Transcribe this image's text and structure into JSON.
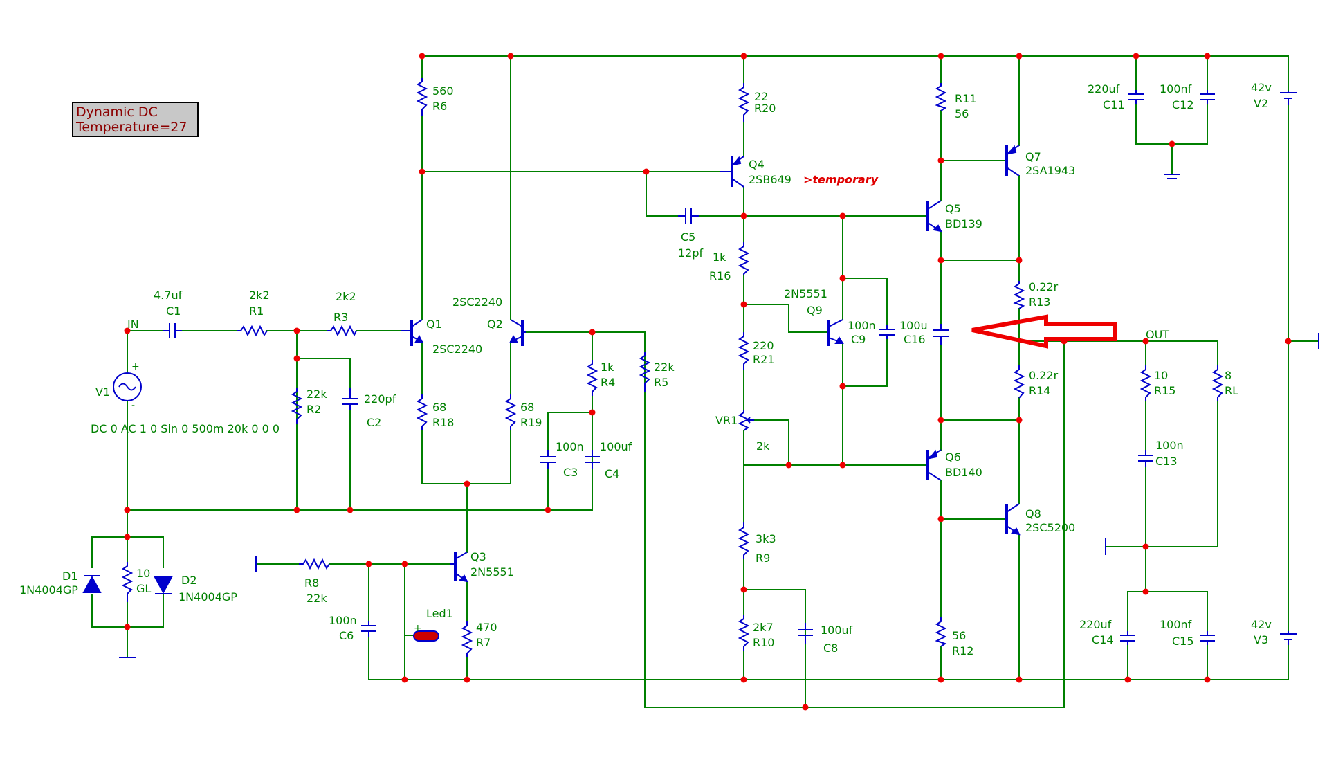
{
  "panel": {
    "line1": "Dynamic DC",
    "line2": "Temperature=27"
  },
  "colors": {
    "wire": "#008000",
    "component": "#0000cc",
    "node": "#ee0000",
    "label": "#008000",
    "note": "#e00000",
    "arrow": "#ee0000"
  },
  "labels": {
    "r6_v": "560",
    "r6_n": "R6",
    "r20_v": "22",
    "r20_n": "R20",
    "q4_n": "Q4",
    "q4_p": "2SB649",
    "temporary": ">temporary",
    "r11_n": "R11",
    "r11_v": "56",
    "q7_n": "Q7",
    "q7_p": "2SA1943",
    "c11_v": "220uf",
    "c11_n": "C11",
    "c12_v": "100nf",
    "c12_n": "C12",
    "v2_v": "42v",
    "v2_n": "V2",
    "c5_n": "C5",
    "c5_v": "12pf",
    "q5_n": "Q5",
    "q5_p": "BD139",
    "r16_v": "1k",
    "r16_n": "R16",
    "q9_p": "2N5551",
    "q9_n": "Q9",
    "c9_v": "100n",
    "c9_n": "C9",
    "c16_v": "100u",
    "c16_n": "C16",
    "r13_v": "0.22r",
    "r13_n": "R13",
    "out": "OUT",
    "c1_v": "4.7uf",
    "c1_n": "C1",
    "r1_v": "2k2",
    "r1_n": "R1",
    "r3_v": "2k2",
    "r3_n": "R3",
    "in": "IN",
    "q1_n": "Q1",
    "q1_p": "2SC2240",
    "q2_p": "2SC2240",
    "q2_n": "Q2",
    "r21_v": "220",
    "r21_n": "R21",
    "r4_v": "1k",
    "r4_n": "R4",
    "r5_v": "22k",
    "r5_n": "R5",
    "v1_n": "V1",
    "v1_plus": "+",
    "v1_minus": "-",
    "v1_src": "DC 0 AC 1 0 Sin 0 500m 20k 0 0 0",
    "r2_v": "22k",
    "r2_n": "R2",
    "c2_v": "220pf",
    "c2_n": "C2",
    "r18_v": "68",
    "r18_n": "R18",
    "r19_v": "68",
    "r19_n": "R19",
    "c3_v": "100n",
    "c3_n": "C3",
    "c4_v": "100uf",
    "c4_n": "C4",
    "vr1_n": "VR1",
    "vr1_v": "2k",
    "r14_v": "0.22r",
    "r14_n": "R14",
    "r15_v": "10",
    "r15_n": "R15",
    "rl_v": "8",
    "rl_n": "RL",
    "q6_n": "Q6",
    "q6_p": "BD140",
    "c13_v": "100n",
    "c13_n": "C13",
    "q8_n": "Q8",
    "q8_p": "2SC5200",
    "r9_v": "3k3",
    "r9_n": "R9",
    "d1_n": "D1",
    "d1_p": "1N4004GP",
    "gl_v": "10",
    "gl_n": "GL",
    "d2_n": "D2",
    "d2_p": "1N4004GP",
    "q3_n": "Q3",
    "q3_p": "2N5551",
    "r8_n": "R8",
    "r8_v": "22k",
    "led_n": "Led1",
    "led_plus": "+",
    "c6_v": "100n",
    "c6_n": "C6",
    "r7_v": "470",
    "r7_n": "R7",
    "r10_v": "2k7",
    "r10_n": "R10",
    "c8_v": "100uf",
    "c8_n": "C8",
    "r12_v": "56",
    "r12_n": "R12",
    "c14_v": "220uf",
    "c14_n": "C14",
    "c15_v": "100nf",
    "c15_n": "C15",
    "v3_v": "42v",
    "v3_n": "V3"
  }
}
